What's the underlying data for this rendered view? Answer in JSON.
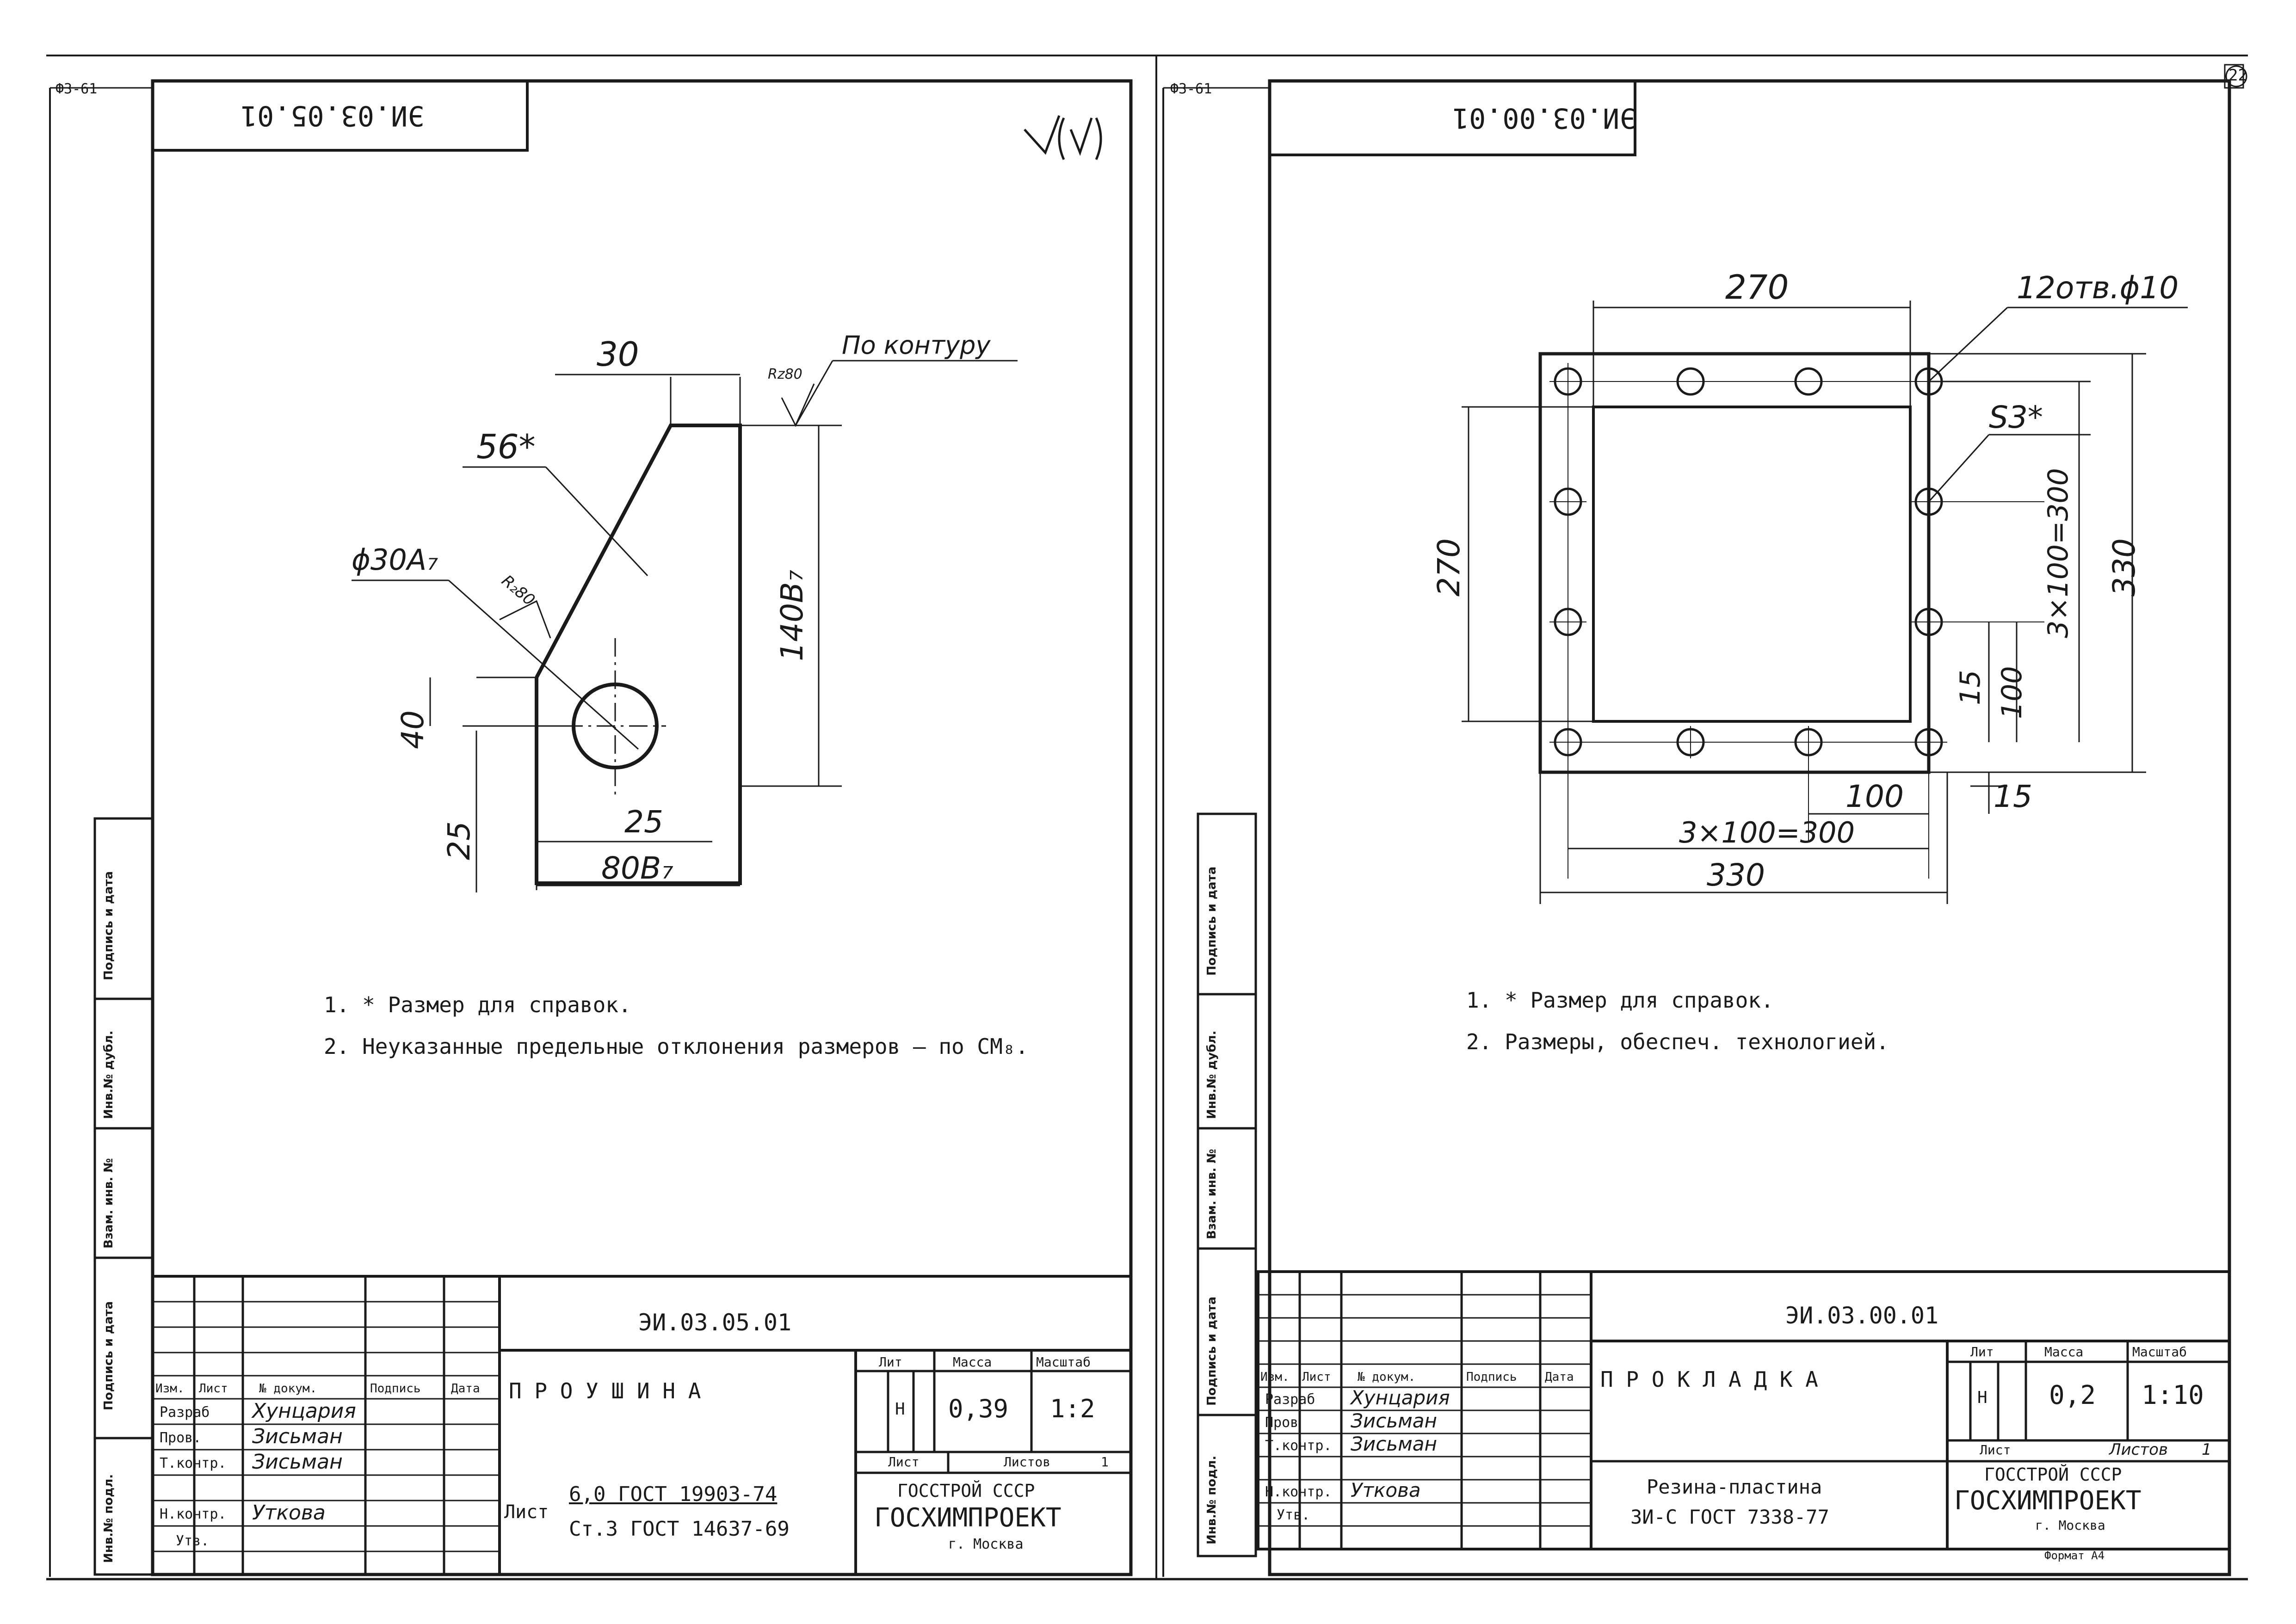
{
  "page_number": "22",
  "left": {
    "format": "Ф3-61",
    "top_code": "ЭИ.03.05.01",
    "roughness_mark": "√(√)",
    "dims": {
      "d30": "30",
      "d56": "56*",
      "dphi": "ϕ30A₇",
      "dR": "R₂80",
      "d140": "140В₇",
      "d40": "40",
      "d25v": "25",
      "d25h": "25",
      "d80": "80В₇",
      "contour_label": "По контуру",
      "contour_rz": "Rz80"
    },
    "notes": [
      "1.  * Размер для справок.",
      "2.   Неуказанные предельные отклонения размеров – по СМ₈."
    ],
    "side_labels": [
      "Подпись и дата",
      "Инв.№ дубл.",
      "Взам. инв. №",
      "Подпись и дата",
      "Инв.№ подл."
    ],
    "title_block": {
      "doc_code": "ЭИ.03.05.01",
      "part_name": "П Р О У Ш И Н А",
      "headers": [
        "Изм.",
        "Лист",
        "№ докум.",
        "Подпись",
        "Дата"
      ],
      "roles": [
        "Разраб",
        "Пров.",
        "Т.контр.",
        "",
        "Н.контр.",
        "Утв."
      ],
      "names": [
        "Хунцария",
        "Зисьман",
        "Зисьман",
        "",
        "Уткова",
        ""
      ],
      "lit_label": "Лит",
      "mass_label": "Масса",
      "scale_label": "Масштаб",
      "lit": "Н",
      "mass": "0,39",
      "scale": "1:2",
      "sheet_label": "Лист",
      "sheets_label": "Листов",
      "sheets": "1",
      "material_prefix": "Лист",
      "material_line1": "6,0 ГОСТ 19903-74",
      "material_line2": "Ст.3 ГОСТ 14637-69",
      "org1": "ГОССТРОЙ СССР",
      "org2": "ГОСХИМПРОЕКТ",
      "city": "г. Москва"
    }
  },
  "right": {
    "format": "Ф3-61",
    "top_code": "ЭИ.03.00.01",
    "dims": {
      "w270": "270",
      "holes": "12отв.ϕ10",
      "s3": "S3*",
      "h270": "270",
      "h330": "330",
      "h3x100": "3×100=300",
      "h15": "15",
      "h100": "100",
      "b100": "100",
      "b15": "15",
      "b3x100": "3×100=300",
      "b330": "330"
    },
    "notes": [
      "1.  * Размер для справок.",
      "2.   Размеры, обеспеч. технологией."
    ],
    "side_labels": [
      "Подпись и дата",
      "Инв.№ дубл.",
      "Взам. инв. №",
      "Подпись и дата",
      "Инв.№ подл."
    ],
    "title_block": {
      "doc_code": "ЭИ.03.00.01",
      "part_name": "П Р О К Л А Д К А",
      "headers": [
        "Изм.",
        "Лист",
        "№ докум.",
        "Подпись",
        "Дата"
      ],
      "roles": [
        "Разраб",
        "Пров",
        "Т.контр.",
        "",
        "Н.контр.",
        "Утв."
      ],
      "names": [
        "Хунцария",
        "Зисьман",
        "Зисьман",
        "",
        "Уткова",
        ""
      ],
      "lit_label": "Лит",
      "mass_label": "Масса",
      "scale_label": "Масштаб",
      "lit": "Н",
      "mass": "0,2",
      "scale": "1:10",
      "sheet_label": "Лист",
      "sheets_label": "Листов",
      "sheets": "1",
      "material_line1": "Резина-пластина",
      "material_line2": "ЗИ-С ГОСТ 7338-77",
      "org1": "ГОССТРОЙ СССР",
      "org2": "ГОСХИМПРОЕКТ",
      "city": "г. Москва",
      "format_note": "Формат А4"
    }
  }
}
